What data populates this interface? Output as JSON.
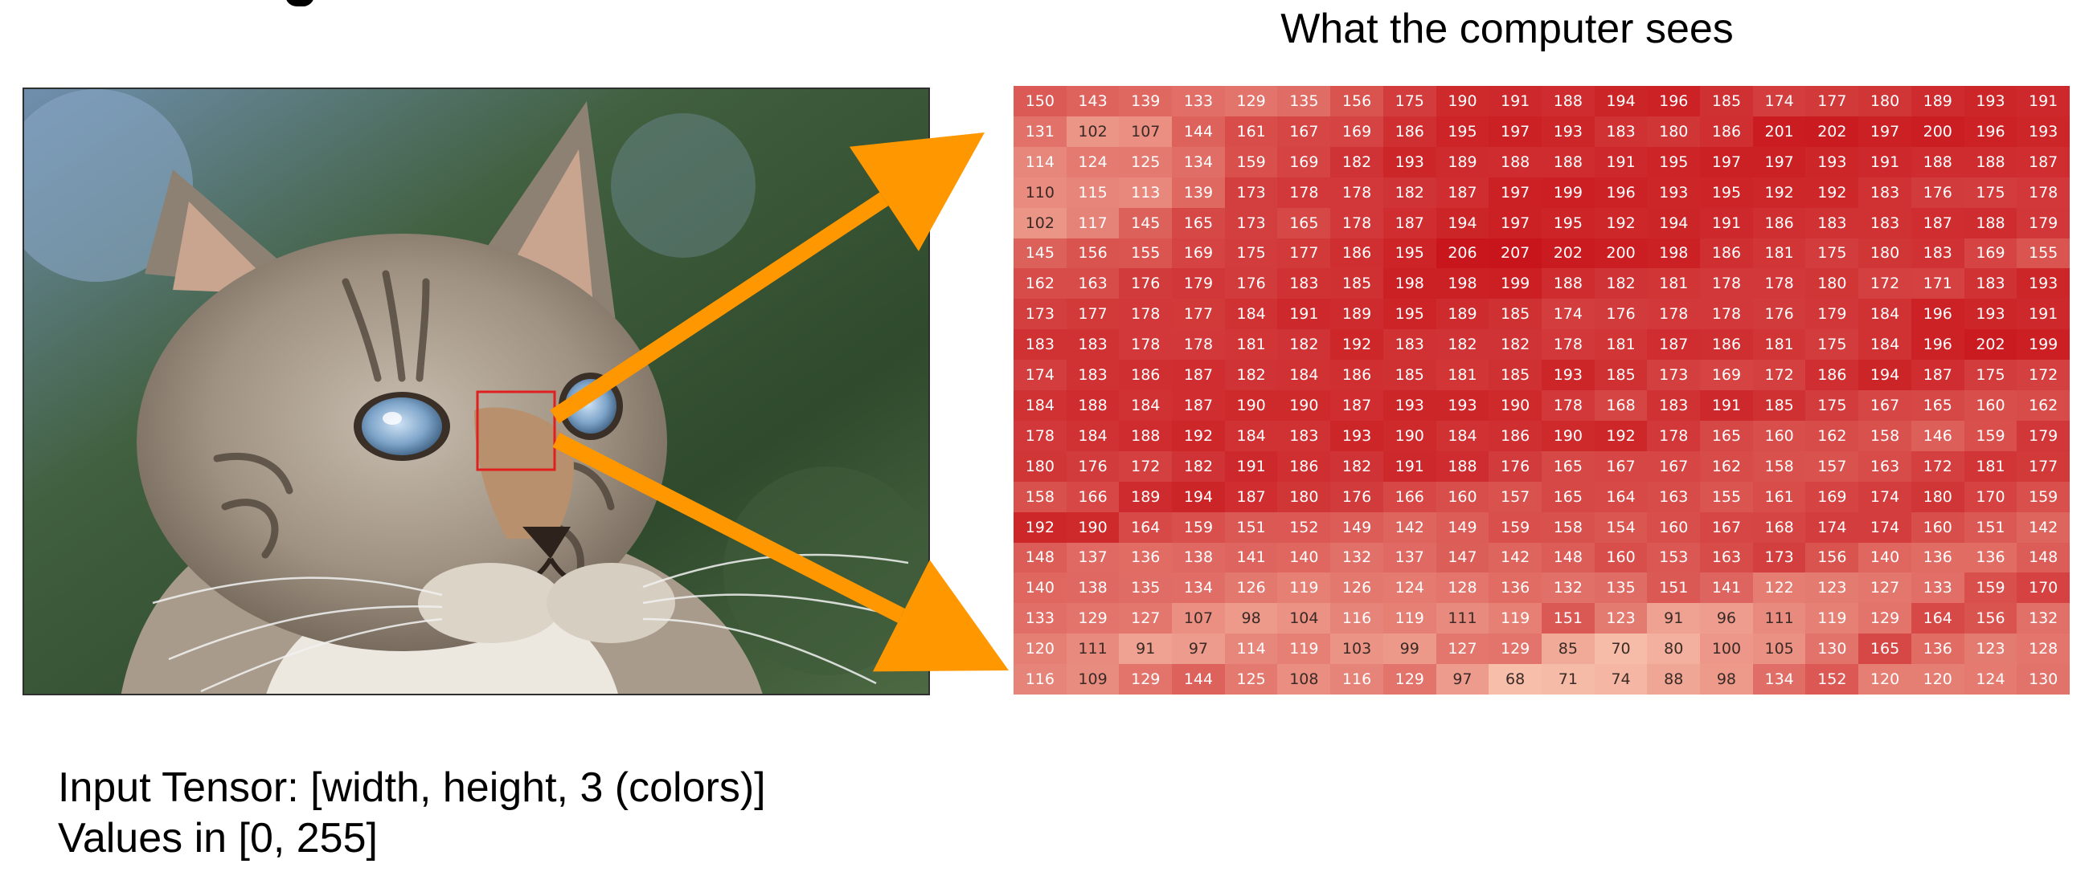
{
  "title": "What the computer sees",
  "caption": {
    "line1": "Input Tensor: [width, height, 3 (colors)]",
    "line2": "Values in [0, 255]"
  },
  "photo": {
    "subject": "cat face",
    "highlight_box_color": "#e01f1f"
  },
  "arrow_color": "#ff9800",
  "heatmap": {
    "value_range": [
      0,
      255
    ],
    "low_color": "#f8c2ad",
    "high_color": "#c8151b",
    "rows": [
      [
        150,
        143,
        139,
        133,
        129,
        135,
        156,
        175,
        190,
        191,
        188,
        194,
        196,
        185,
        174,
        177,
        180,
        189,
        193,
        191
      ],
      [
        131,
        102,
        107,
        144,
        161,
        167,
        169,
        186,
        195,
        197,
        193,
        183,
        180,
        186,
        201,
        202,
        197,
        200,
        196,
        193
      ],
      [
        114,
        124,
        125,
        134,
        159,
        169,
        182,
        193,
        189,
        188,
        188,
        191,
        195,
        197,
        197,
        193,
        191,
        188,
        188,
        187
      ],
      [
        110,
        115,
        113,
        139,
        173,
        178,
        178,
        182,
        187,
        197,
        199,
        196,
        193,
        195,
        192,
        192,
        183,
        176,
        175,
        178
      ],
      [
        102,
        117,
        145,
        165,
        173,
        165,
        178,
        187,
        194,
        197,
        195,
        192,
        194,
        191,
        186,
        183,
        183,
        187,
        188,
        179
      ],
      [
        145,
        156,
        155,
        169,
        175,
        177,
        186,
        195,
        206,
        207,
        202,
        200,
        198,
        186,
        181,
        175,
        180,
        183,
        169,
        155
      ],
      [
        162,
        163,
        176,
        179,
        176,
        183,
        185,
        198,
        198,
        199,
        188,
        182,
        181,
        178,
        178,
        180,
        172,
        171,
        183,
        193
      ],
      [
        173,
        177,
        178,
        177,
        184,
        191,
        189,
        195,
        189,
        185,
        174,
        176,
        178,
        178,
        176,
        179,
        184,
        196,
        193,
        191
      ],
      [
        183,
        183,
        178,
        178,
        181,
        182,
        192,
        183,
        182,
        182,
        178,
        181,
        187,
        186,
        181,
        175,
        184,
        196,
        202,
        199
      ],
      [
        174,
        183,
        186,
        187,
        182,
        184,
        186,
        185,
        181,
        185,
        193,
        185,
        173,
        169,
        172,
        186,
        194,
        187,
        175,
        172
      ],
      [
        184,
        188,
        184,
        187,
        190,
        190,
        187,
        193,
        193,
        190,
        178,
        168,
        183,
        191,
        185,
        175,
        167,
        165,
        160,
        162
      ],
      [
        178,
        184,
        188,
        192,
        184,
        183,
        193,
        190,
        184,
        186,
        190,
        192,
        178,
        165,
        160,
        162,
        158,
        146,
        159,
        179
      ],
      [
        180,
        176,
        172,
        182,
        191,
        186,
        182,
        191,
        188,
        176,
        165,
        167,
        167,
        162,
        158,
        157,
        163,
        172,
        181,
        177
      ],
      [
        158,
        166,
        189,
        194,
        187,
        180,
        176,
        166,
        160,
        157,
        165,
        164,
        163,
        155,
        161,
        169,
        174,
        180,
        170,
        159
      ],
      [
        192,
        190,
        164,
        159,
        151,
        152,
        149,
        142,
        149,
        159,
        158,
        154,
        160,
        167,
        168,
        174,
        174,
        160,
        151,
        142
      ],
      [
        148,
        137,
        136,
        138,
        141,
        140,
        132,
        137,
        147,
        142,
        148,
        160,
        153,
        163,
        173,
        156,
        140,
        136,
        136,
        148
      ],
      [
        140,
        138,
        135,
        134,
        126,
        119,
        126,
        124,
        128,
        136,
        132,
        135,
        151,
        141,
        122,
        123,
        127,
        133,
        159,
        170
      ],
      [
        133,
        129,
        127,
        107,
        98,
        104,
        116,
        119,
        111,
        119,
        151,
        123,
        91,
        96,
        111,
        119,
        129,
        164,
        156,
        132
      ],
      [
        120,
        111,
        91,
        97,
        114,
        119,
        103,
        99,
        127,
        129,
        85,
        70,
        80,
        100,
        105,
        130,
        165,
        136,
        123,
        128
      ],
      [
        116,
        109,
        129,
        144,
        125,
        108,
        116,
        129,
        97,
        68,
        71,
        74,
        88,
        98,
        134,
        152,
        120,
        120,
        124,
        130
      ]
    ]
  }
}
